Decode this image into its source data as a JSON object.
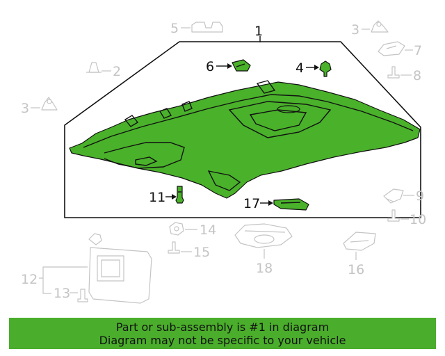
{
  "callouts": {
    "c1": "1",
    "c2": "2",
    "c3a": "3",
    "c3b": "3",
    "c4": "4",
    "c5": "5",
    "c6": "6",
    "c7": "7",
    "c8": "8",
    "c9": "9",
    "c10": "10",
    "c11": "11",
    "c12": "12",
    "c13": "13",
    "c14": "14",
    "c15": "15",
    "c16": "16",
    "c17": "17",
    "c18": "18"
  },
  "colors": {
    "highlight": "#4aad2b",
    "grey_parts": "#c4c4c4",
    "outline": "#111111"
  },
  "banner": {
    "line1": "Part or sub-assembly is #1 in diagram",
    "line2": "Diagram may not be specific to your vehicle"
  }
}
